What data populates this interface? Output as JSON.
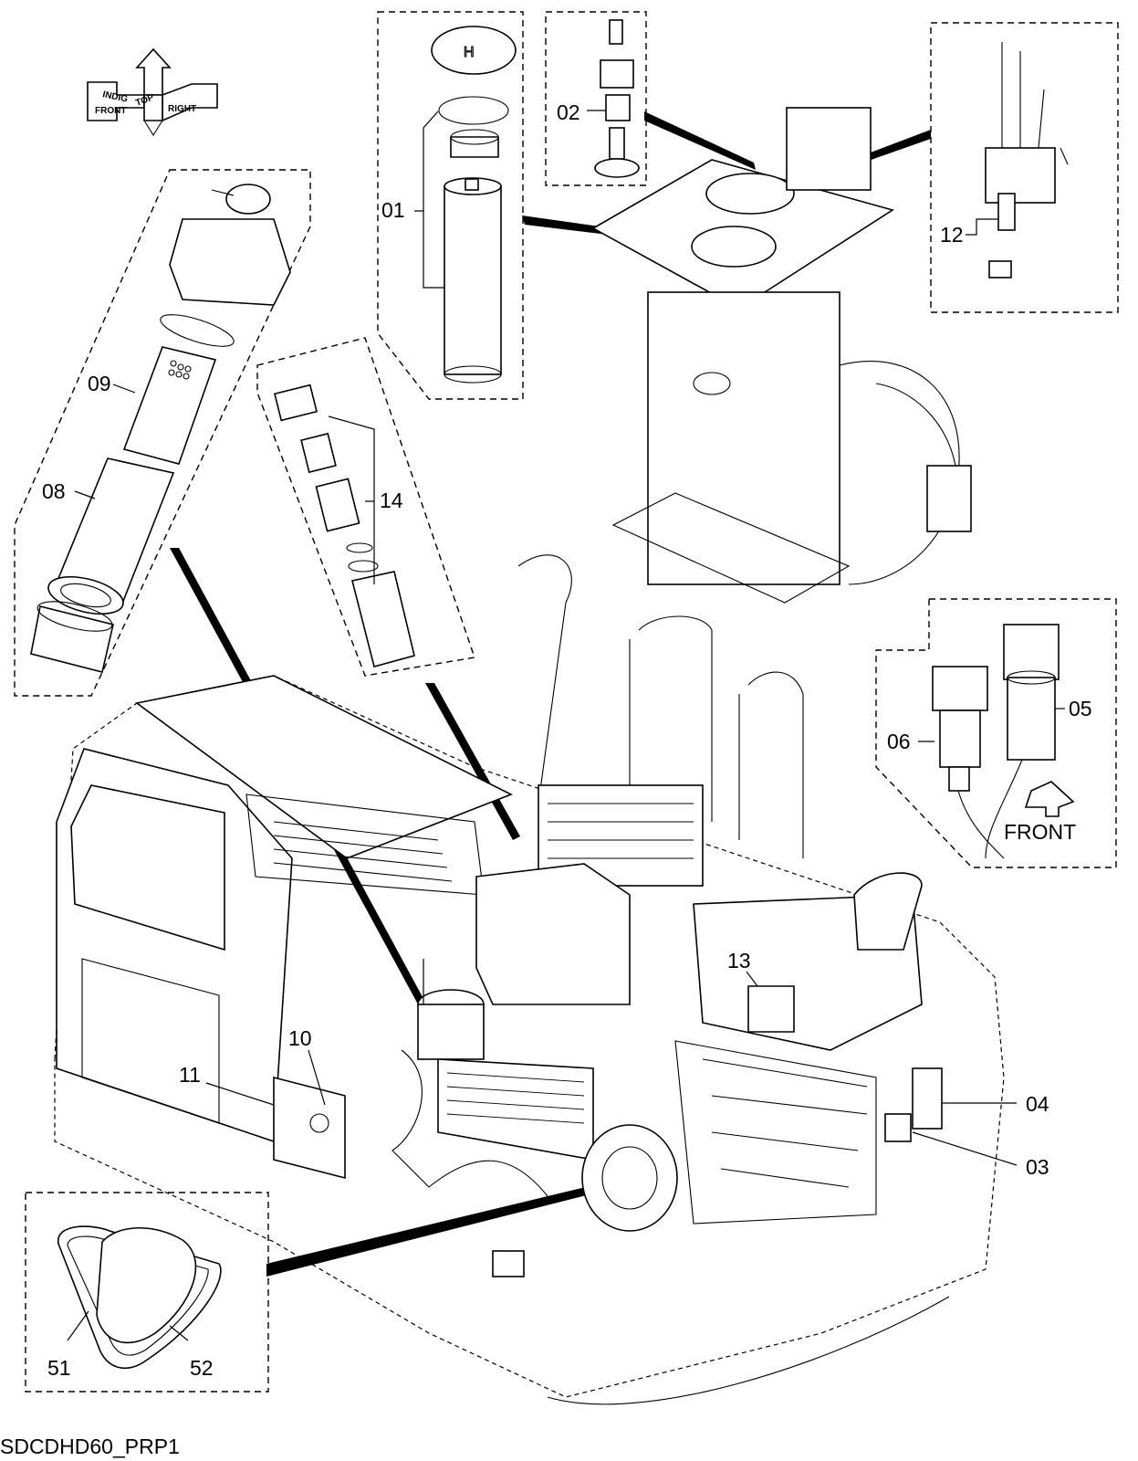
{
  "drawing_code": "SDCDHD60_PRP1",
  "orientation_labels": {
    "top": "TOP",
    "front": "FRONT",
    "right": "RIGHT",
    "back": "INDIG"
  },
  "direction_label": "FRONT",
  "callouts": [
    {
      "id": "c01",
      "label": "01"
    },
    {
      "id": "c02",
      "label": "02"
    },
    {
      "id": "c03",
      "label": "03"
    },
    {
      "id": "c04",
      "label": "04"
    },
    {
      "id": "c05",
      "label": "05"
    },
    {
      "id": "c06",
      "label": "06"
    },
    {
      "id": "c08",
      "label": "08"
    },
    {
      "id": "c09",
      "label": "09"
    },
    {
      "id": "c10",
      "label": "10"
    },
    {
      "id": "c11",
      "label": "11"
    },
    {
      "id": "c12",
      "label": "12"
    },
    {
      "id": "c13",
      "label": "13"
    },
    {
      "id": "c14",
      "label": "14"
    },
    {
      "id": "c51",
      "label": "51"
    },
    {
      "id": "c52",
      "label": "52"
    }
  ]
}
